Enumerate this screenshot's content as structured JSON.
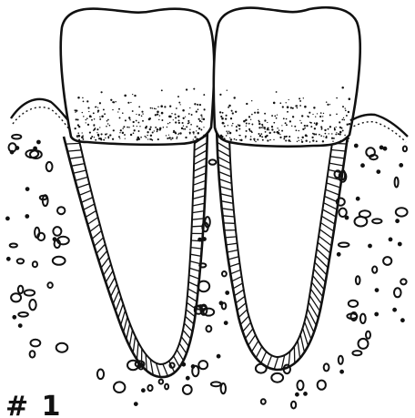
{
  "figure": {
    "label": "# 1"
  },
  "colors": {
    "ink": "#111111",
    "background": "#ffffff"
  },
  "parts": [
    "crown-left",
    "crown-right",
    "root-left",
    "root-right",
    "gingiva",
    "alveolar-bone",
    "periodontal-ligament"
  ]
}
